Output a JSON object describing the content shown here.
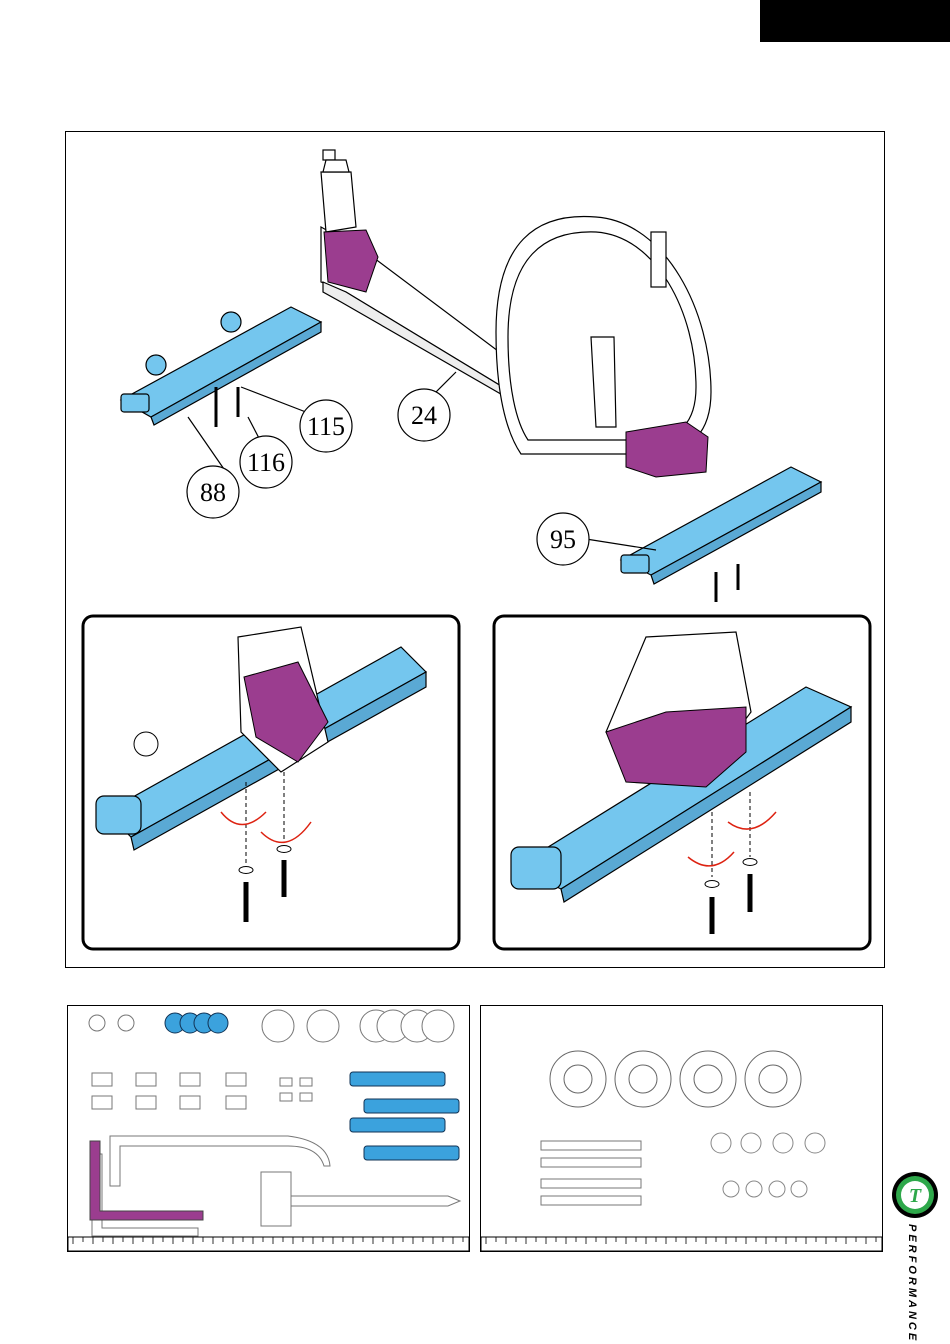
{
  "callouts": {
    "c24": "24",
    "c88": "88",
    "c95": "95",
    "c115": "115",
    "c116": "116"
  },
  "brand": {
    "logo_letter": "T",
    "tagline": "PERFORMANCE"
  },
  "colors": {
    "part_blue": "#74c6ee",
    "frame_purple": "#9b3d8f",
    "outline": "#000000"
  }
}
